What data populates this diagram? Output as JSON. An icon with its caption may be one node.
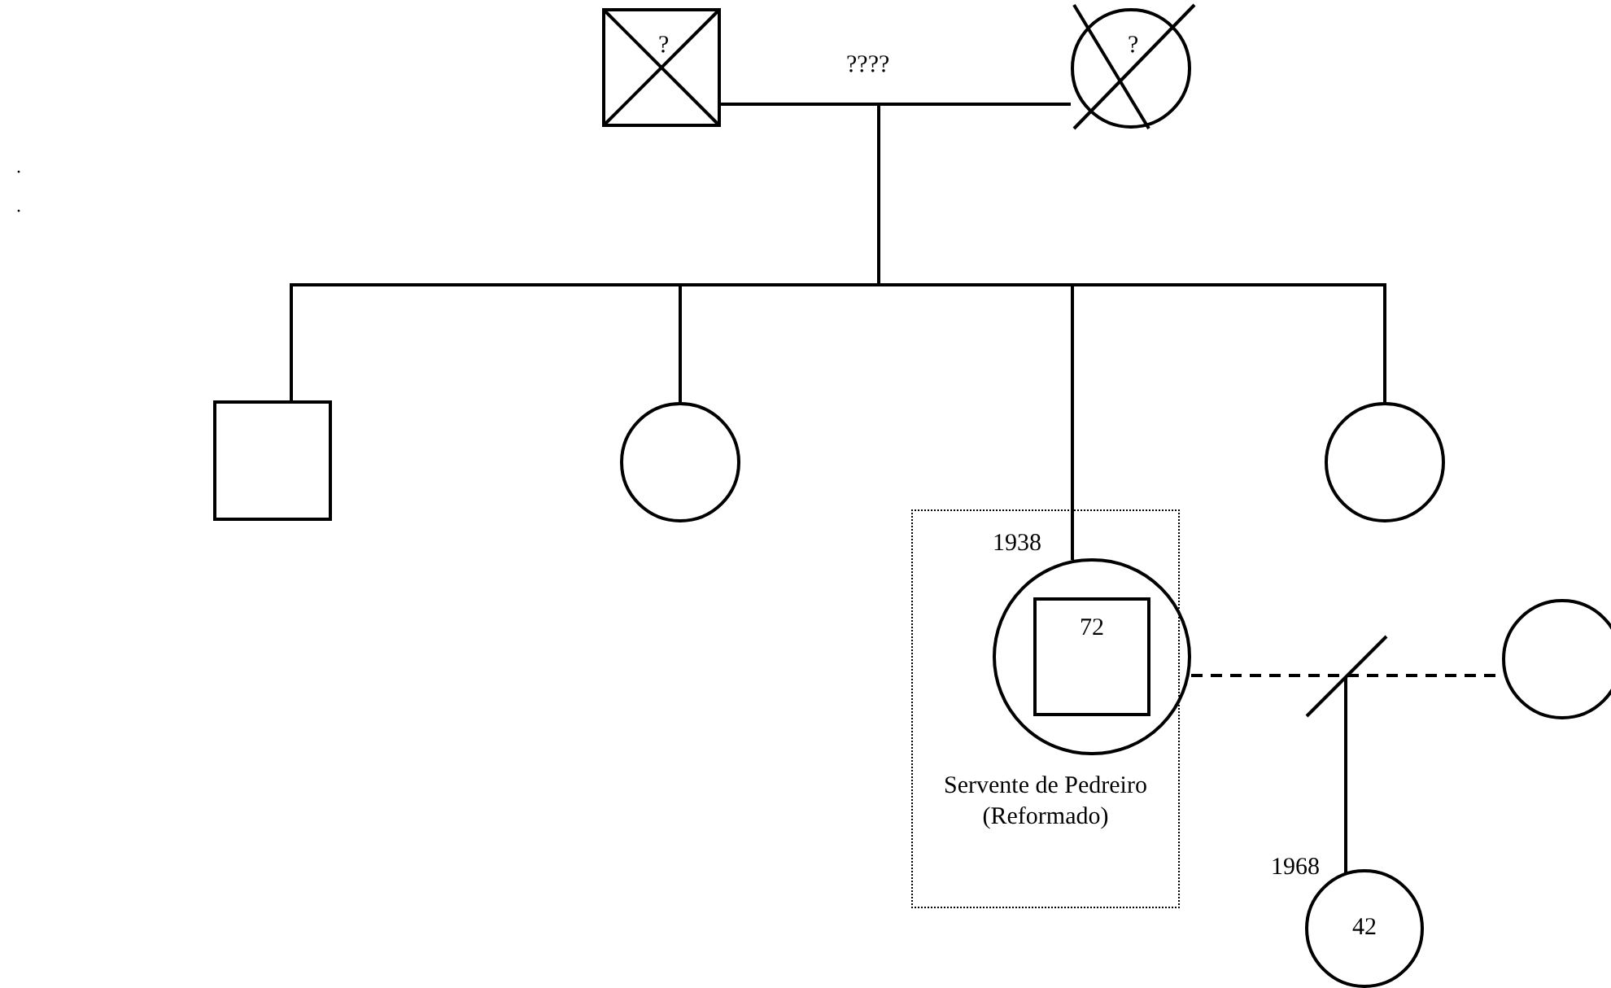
{
  "diagram": {
    "nodes": [
      {
        "text": [
          "?"
        ]
      },
      {
        "text": [
          "?"
        ]
      },
      {
        "text": [],
        "shape": "box"
      },
      {
        "text": [],
        "shape": "circle"
      },
      {
        "text": [
          "Servente de Pedreiro (Reformado)"
        ]
      },
      {
        "text": [],
        "shape": "circle",
        "in": 4,
        "beside": [
          "1938"
        ]
      },
      {
        "text": [
          "72"
        ],
        "in": 5
      },
      {
        "text": [],
        "shape": "circle"
      },
      {
        "text": [],
        "shape": "circle"
      },
      {
        "text": [
          "42"
        ],
        "beside": [
          "1968"
        ]
      }
    ],
    "edges": [
      {
        "from": 0,
        "to": 1,
        "arrow": "none",
        "label": "????"
      },
      {
        "from": 0,
        "to": 2,
        "arrow": "none"
      },
      {
        "from": 0,
        "to": 3,
        "arrow": "none"
      },
      {
        "from": 0,
        "to": 5,
        "arrow": "none"
      },
      {
        "from": 0,
        "to": 7,
        "arrow": "none"
      },
      {
        "from": 1,
        "to": 2,
        "arrow": "none"
      },
      {
        "from": 1,
        "to": 3,
        "arrow": "none"
      },
      {
        "from": 1,
        "to": 5,
        "arrow": "none"
      },
      {
        "from": 1,
        "to": 7,
        "arrow": "none"
      },
      {
        "from": 5,
        "to": 8,
        "arrow": "none",
        "style": "dashed"
      },
      {
        "from": 5,
        "to": 9,
        "arrow": "none"
      },
      {
        "from": 8,
        "to": 9,
        "arrow": "none"
      }
    ],
    "labels": [
      ".",
      "."
    ]
  }
}
